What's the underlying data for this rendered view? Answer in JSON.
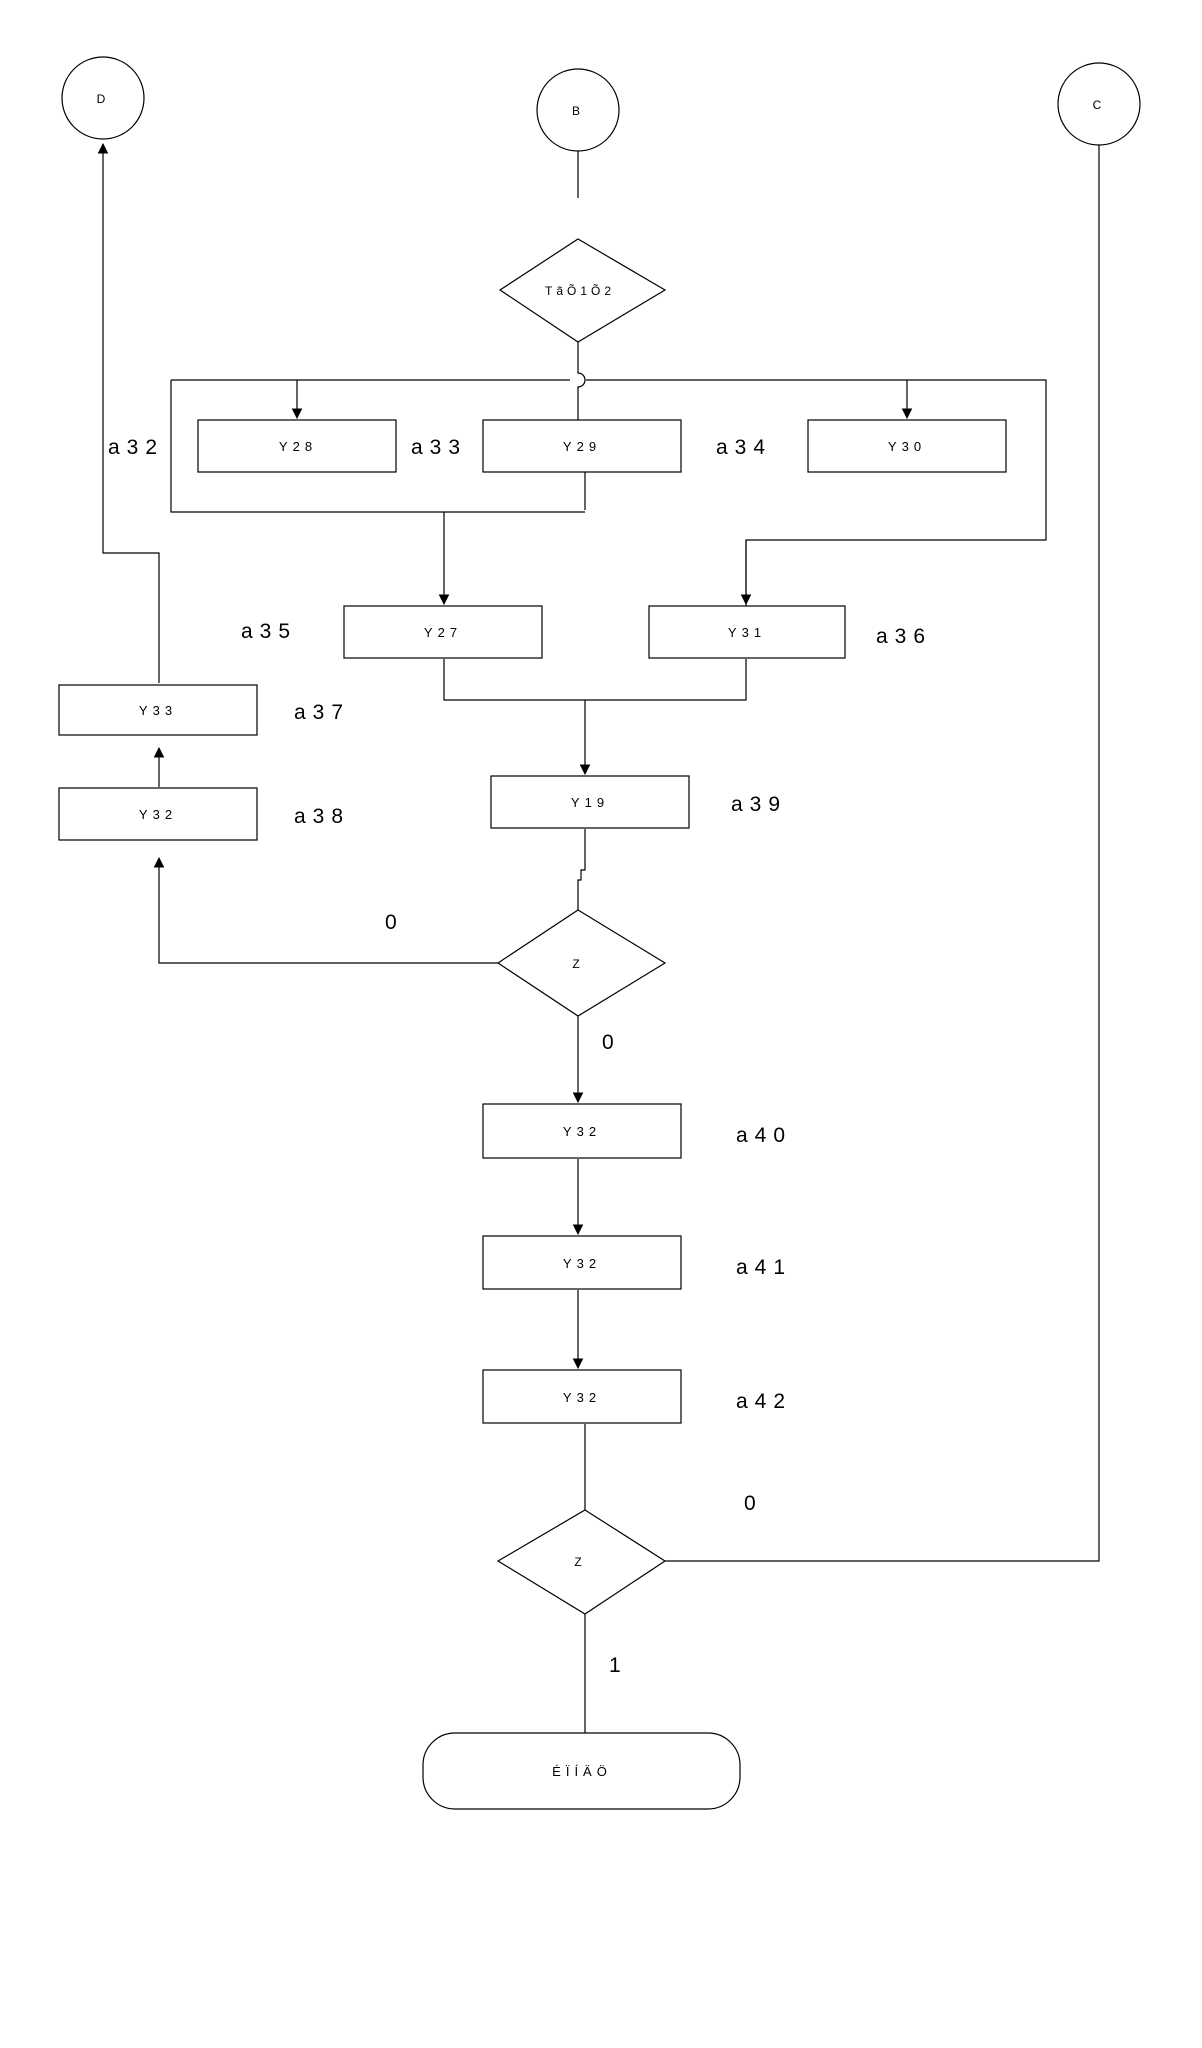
{
  "connectors": {
    "d": "D",
    "b": "B",
    "c": "C"
  },
  "decisions": {
    "test": "TãÕ1Õ2",
    "z1": "Z",
    "z2": "Z"
  },
  "boxes": {
    "y28": "Y28",
    "y29": "Y29",
    "y30": "Y30",
    "y27": "Y27",
    "y31": "Y31",
    "y33": "Y33",
    "y32_left": "Y32",
    "y19": "Y19",
    "y32_a": "Y32",
    "y32_b": "Y32",
    "y32_c": "Y32"
  },
  "step_labels": {
    "a32": "a32",
    "a33": "a33",
    "a34": "a34",
    "a35": "a35",
    "a36": "a36",
    "a37": "a37",
    "a38": "a38",
    "a39": "a39",
    "a40": "a40",
    "a41": "a41",
    "a42": "a42"
  },
  "branch_labels": {
    "z1_left": "0",
    "z1_down": "0",
    "z2_right": "0",
    "z2_down": "1"
  },
  "terminal": {
    "end": "ÉÏÍÄÖ"
  }
}
